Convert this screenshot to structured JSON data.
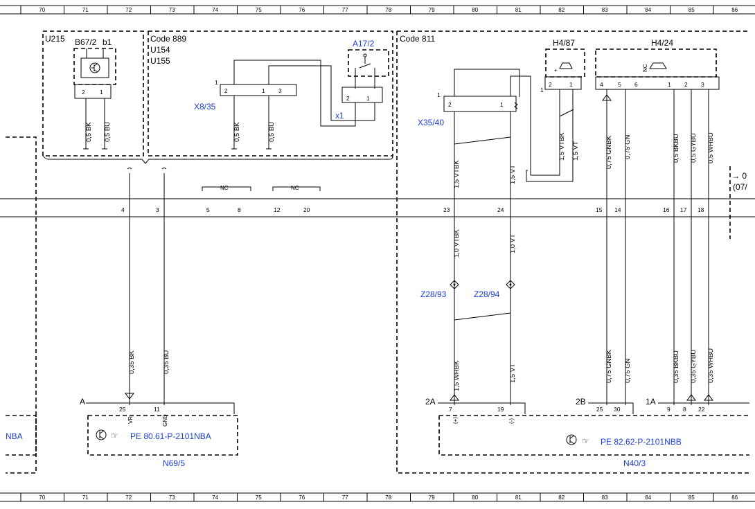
{
  "ruler": [
    "70",
    "71",
    "72",
    "73",
    "74",
    "75",
    "76",
    "77",
    "78",
    "79",
    "80",
    "81",
    "82",
    "83",
    "84",
    "85",
    "86"
  ],
  "components": {
    "U215": "U215",
    "B67_2": "B67/2",
    "b1": "b1",
    "code889": "Code 889",
    "U154": "U154",
    "U155": "U155",
    "A17_2": "A17/2",
    "X8_35": "X8/35",
    "x1": "x1",
    "code811": "Code 811",
    "H4_87": "H4/87",
    "H4_24": "H4/24",
    "X35_40": "X35/40",
    "Z28_93": "Z28/93",
    "Z28_94": "Z28/94",
    "N69_5": "N69/5",
    "N40_3": "N40/3",
    "ref_left": "PE 80.61-P-2101NBA",
    "ref_right": "PE 82.62-P-2101NBB",
    "ref_cut": "NBA",
    "arrow_ref_a": "→ 0",
    "arrow_ref_b": "(07/"
  },
  "wires": {
    "w_bk05": "0,5 BK",
    "w_bu05": "0,5 BU",
    "w_vtbk15": "1,5 VTBK",
    "w_vt15": "1,5 VT",
    "w_gnbk075": "0,75 GNBK",
    "w_gn075": "0,75 GN",
    "w_bkbu05": "0,5 BKBU",
    "w_gybu05": "0,5 GYBU",
    "w_whbu05": "0,5 WHBU",
    "w_vtbk10": "1,0 VTBK",
    "w_vt10": "1,0 VT",
    "w_bk035": "0,35 BK",
    "w_bu035": "0,35 BU",
    "w_whbk15": "1,5 WHBK",
    "w_gnbk075b": "0,75 GNBK",
    "w_gn075b": "0,75 GN",
    "w_bkbu035": "0,35 BKBU",
    "w_gybu035": "0,35 GYBU",
    "w_whbu035": "0,35 WHBU"
  },
  "pins": {
    "p2": "2",
    "p1": "1",
    "p3": "3",
    "p4": "4",
    "p5": "5",
    "p6": "6",
    "p8": "8",
    "p9": "9",
    "p11": "11",
    "p12": "12",
    "p14": "14",
    "p15": "15",
    "p16": "16",
    "p17": "17",
    "p18": "18",
    "p19": "19",
    "p20": "20",
    "p22": "22",
    "p23": "23",
    "p24": "24",
    "p25": "25",
    "p30": "30",
    "p7": "7",
    "nc": "NC",
    "connA": "A",
    "conn2A": "2A",
    "conn2B": "2B",
    "conn1A": "1A",
    "vr": "VR",
    "gnd": "GND",
    "plus": "(+)",
    "minus": "(-)",
    "plus_small": "+"
  }
}
